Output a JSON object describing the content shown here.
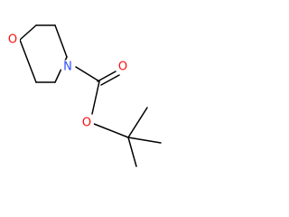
{
  "molecule": {
    "atoms": [
      {
        "id": "o_ring",
        "symbol": "O",
        "color": "#ff0d0d"
      },
      {
        "id": "n_ring",
        "symbol": "N",
        "color": "#3050f8"
      },
      {
        "id": "o_carbonyl",
        "symbol": "O",
        "color": "#ff0d0d"
      },
      {
        "id": "o_ester",
        "symbol": "O",
        "color": "#ff0d0d"
      }
    ],
    "bond_color": "#000000"
  }
}
